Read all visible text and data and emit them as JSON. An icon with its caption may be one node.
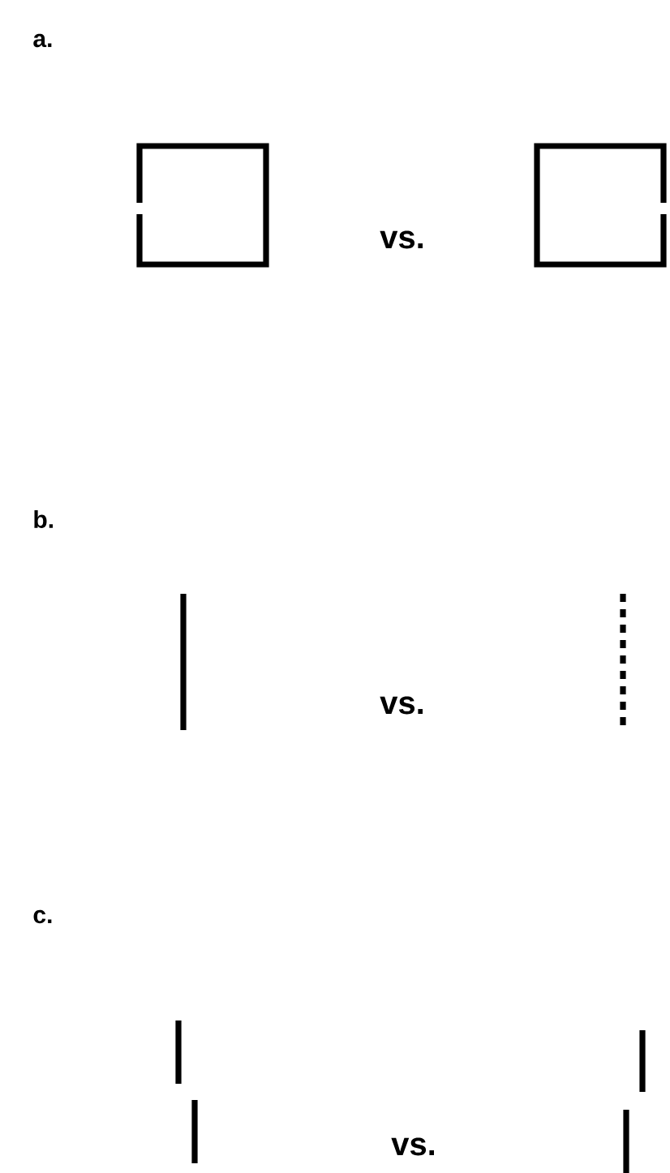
{
  "diagram": {
    "labels": [
      "a.",
      "vs.",
      "b.",
      "vs.",
      "c.",
      "vs."
    ]
  }
}
